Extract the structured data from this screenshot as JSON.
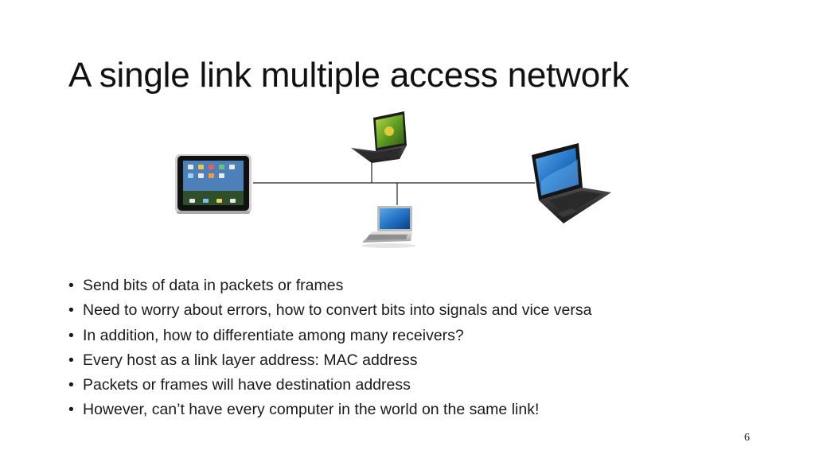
{
  "slide": {
    "title": "A single link multiple access network",
    "page_number": "6"
  },
  "bullets": [
    "Send bits of data in packets or frames",
    "Need to worry about errors, how to convert bits into signals and vice versa",
    "In addition, how to differentiate among many receivers?",
    "Every host as a link layer address: MAC address",
    "Packets or frames will have destination address",
    "However, can’t have every computer in the world on the same link!"
  ],
  "diagram": {
    "devices": [
      {
        "name": "tablet-icon"
      },
      {
        "name": "laptop-top-icon"
      },
      {
        "name": "laptop-bottom-icon"
      },
      {
        "name": "laptop-right-icon"
      }
    ],
    "colors": {
      "link": "#222222",
      "screen": "#1f6fc2",
      "screen_green": "#6fae2a",
      "body": "#3a3a3a",
      "silver": "#c9c9c9"
    }
  }
}
